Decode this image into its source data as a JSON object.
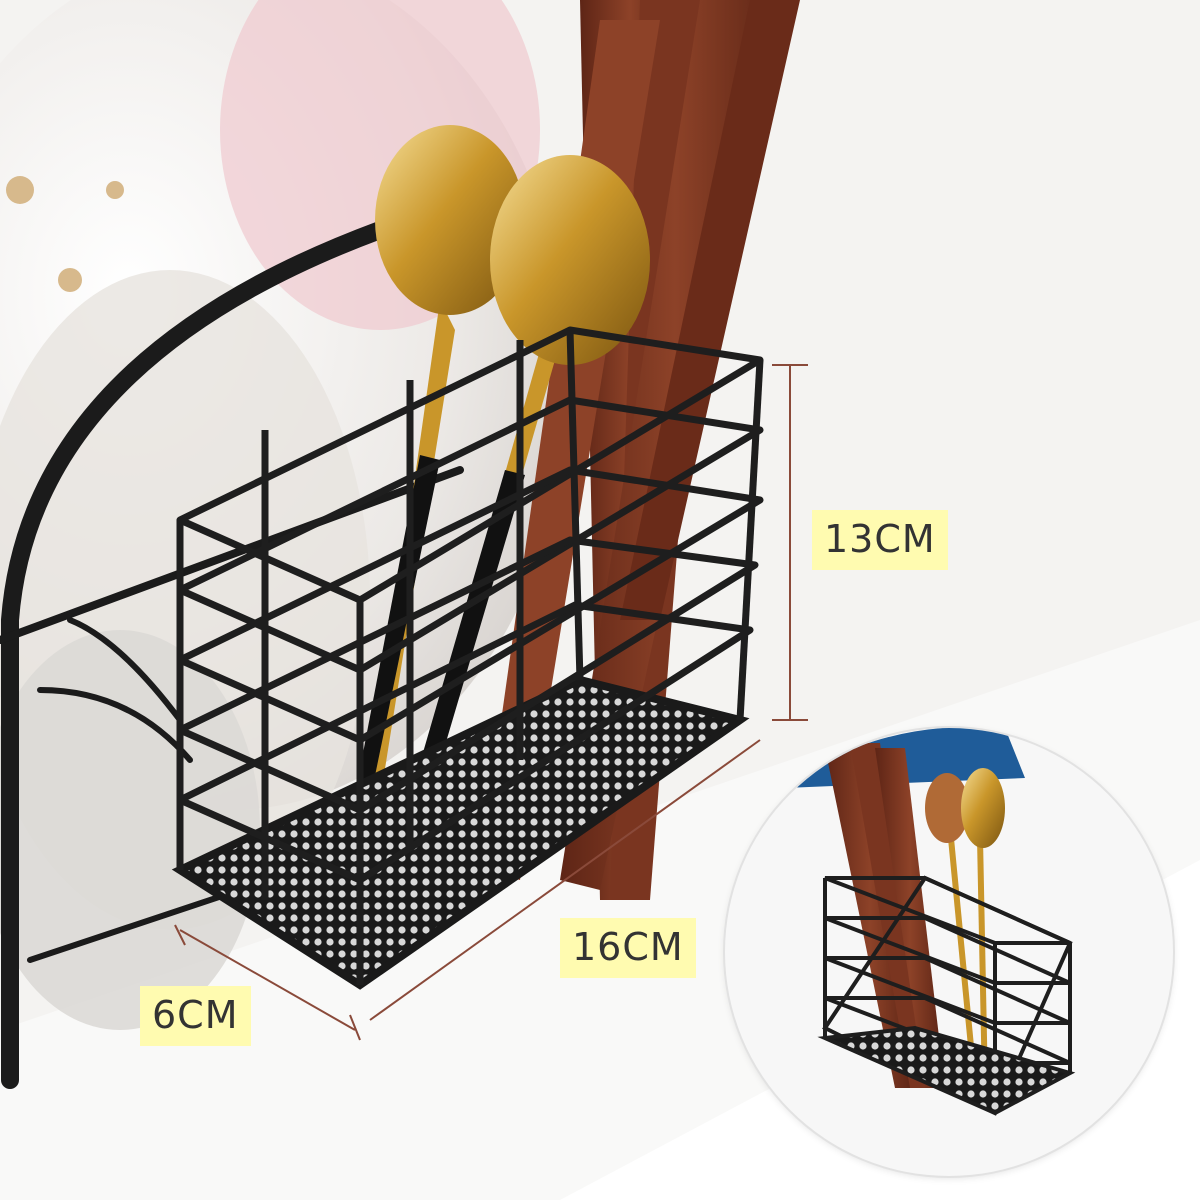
{
  "dimensions": {
    "height": "13CM",
    "length": "16CM",
    "width": "6CM"
  },
  "colors": {
    "label_bg": "#fffbb0",
    "wire": "#1e1e1e",
    "gold": "#c9962a",
    "wood": "#7a3520",
    "dim_line": "#8a4a3a"
  }
}
